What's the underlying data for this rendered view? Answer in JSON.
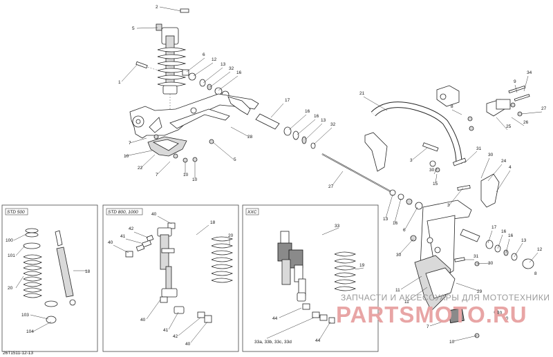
{
  "labels": {
    "main": [
      "2",
      "5",
      "6",
      "12",
      "13",
      "32",
      "16",
      "1",
      "17",
      "16",
      "16",
      "13",
      "32",
      "28",
      "21",
      "9",
      "34",
      "8",
      "27",
      "26",
      "25",
      "5",
      "7",
      "3",
      "31",
      "30",
      "10",
      "22",
      "7",
      "10",
      "5",
      "10",
      "27",
      "30",
      "15",
      "24",
      "4",
      "3",
      "13",
      "16",
      "6",
      "17",
      "16",
      "16",
      "13",
      "12",
      "30",
      "31",
      "30",
      "8",
      "11",
      "29",
      "11",
      "7",
      "10",
      "10"
    ],
    "std500": [
      "100",
      "101",
      "20",
      "18",
      "103",
      "104"
    ],
    "std800": [
      "40",
      "42",
      "41",
      "40",
      "18",
      "20",
      "40",
      "41",
      "42",
      "40"
    ],
    "xxc": [
      "33",
      "19",
      "44",
      "33a, 33b, 33c, 33d",
      "44"
    ]
  },
  "panels": {
    "std500": "STD 500",
    "std800": "STD 800, 1000",
    "xxc": "XXC"
  },
  "watermark": {
    "text": "ЗАПЧАСТИ И АКСЕССУАРЫ ДЛЯ МОТОТЕХНИКИ",
    "brand": "PARTSMOTO.RU"
  },
  "code": "26T1511-12-13"
}
